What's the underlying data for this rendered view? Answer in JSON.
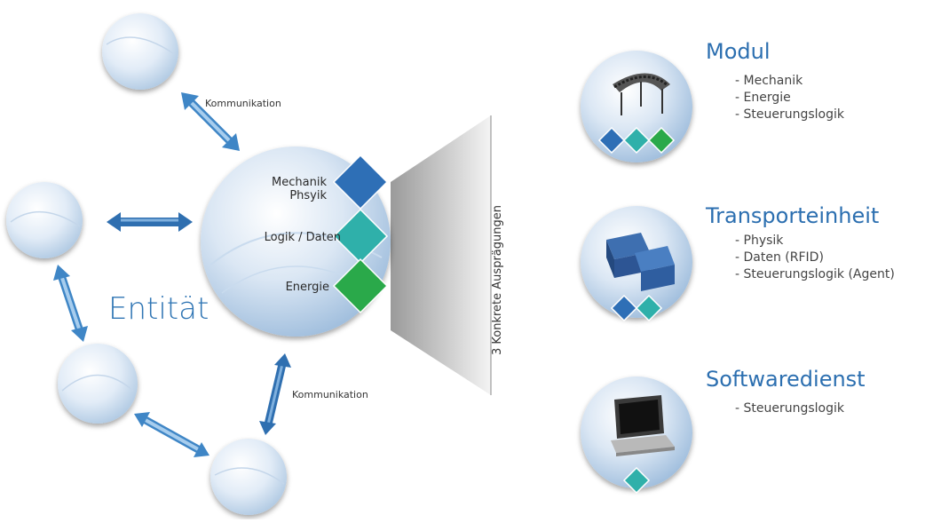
{
  "network": {
    "entity_label": "Entität",
    "communication_label_top": "Kommunikation",
    "communication_label_bottom": "Kommunikation",
    "center_rows": [
      {
        "label": "Mechanik\nPhsyik",
        "color": "#2e6fb6"
      },
      {
        "label": "Logik / Daten",
        "color": "#2fb0aa"
      },
      {
        "label": "Energie",
        "color": "#2aa94a"
      }
    ]
  },
  "divider_label": "3 Konkrete Ausprägungen",
  "cards": [
    {
      "title": "Modul",
      "image_icon": "conveyor-icon",
      "items": [
        "- Mechanik",
        "- Energie",
        "- Steuerungslogik"
      ],
      "diamonds": [
        "#2e6fb6",
        "#2fb0aa",
        "#2aa94a"
      ]
    },
    {
      "title": "Transporteinheit",
      "image_icon": "crates-icon",
      "items": [
        "- Physik",
        "- Daten (RFID)",
        "- Steuerungslogik (Agent)"
      ],
      "diamonds": [
        "#2e6fb6",
        "#2fb0aa"
      ]
    },
    {
      "title": "Softwaredienst",
      "image_icon": "laptop-icon",
      "items": [
        "- Steuerungslogik"
      ],
      "diamonds": [
        "#2fb0aa"
      ]
    }
  ]
}
